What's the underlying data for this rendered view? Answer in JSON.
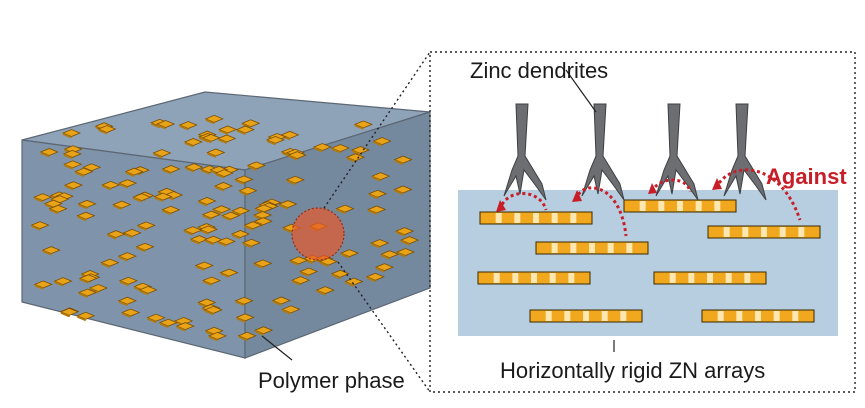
{
  "labels": {
    "zinc_dendrites": "Zinc dendrites",
    "against": "Against",
    "polymer_phase": "Polymer phase",
    "zn_arrays": "Horizontally rigid ZN arrays"
  },
  "colors": {
    "polymer_block": "#7f94aa",
    "polymer_top": "#8ea2b8",
    "block_edge": "#5c6774",
    "platelet": "#e8a318",
    "platelet_edge": "#7a4d00",
    "highlight": "#e85a2a",
    "panel_fill": "#b7cde0",
    "bar_fill": "#f2a81e",
    "bar_stripe": "#fde7b0",
    "dendrite": "#6c6e72",
    "arrow_red": "#c81e28"
  }
}
